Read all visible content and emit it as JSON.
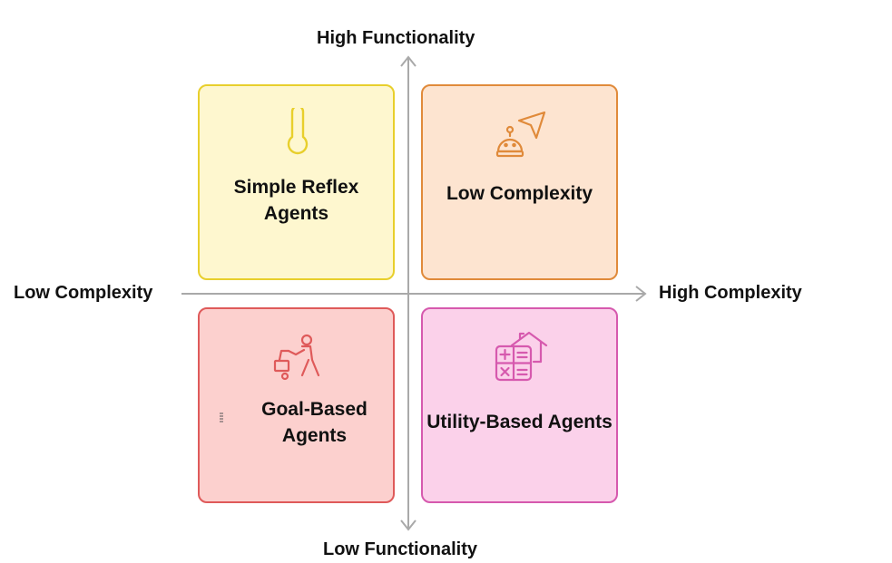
{
  "axes": {
    "top": "High Functionality",
    "bottom": "Low Functionality",
    "left": "Low Complexity",
    "right": "High Complexity"
  },
  "quadrants": {
    "top_left": {
      "label": "Simple Reflex Agents",
      "icon": "thermometer-icon",
      "fill": "#FEF7CF",
      "stroke": "#E8CF2C"
    },
    "top_right": {
      "label": "Low Complexity",
      "icon": "robot-navigation-icon",
      "fill": "#FDE4D0",
      "stroke": "#E08A3A"
    },
    "bottom_left": {
      "label": "Goal-Based Agents",
      "icon": "person-pushing-cart-icon",
      "fill": "#FCD0CE",
      "stroke": "#DF5A5A"
    },
    "bottom_right": {
      "label": "Utility-Based Agents",
      "icon": "house-calculator-icon",
      "fill": "#FBD1EA",
      "stroke": "#D659AE"
    }
  },
  "colors": {
    "axis": "#A9A9A9",
    "text": "#111111"
  }
}
